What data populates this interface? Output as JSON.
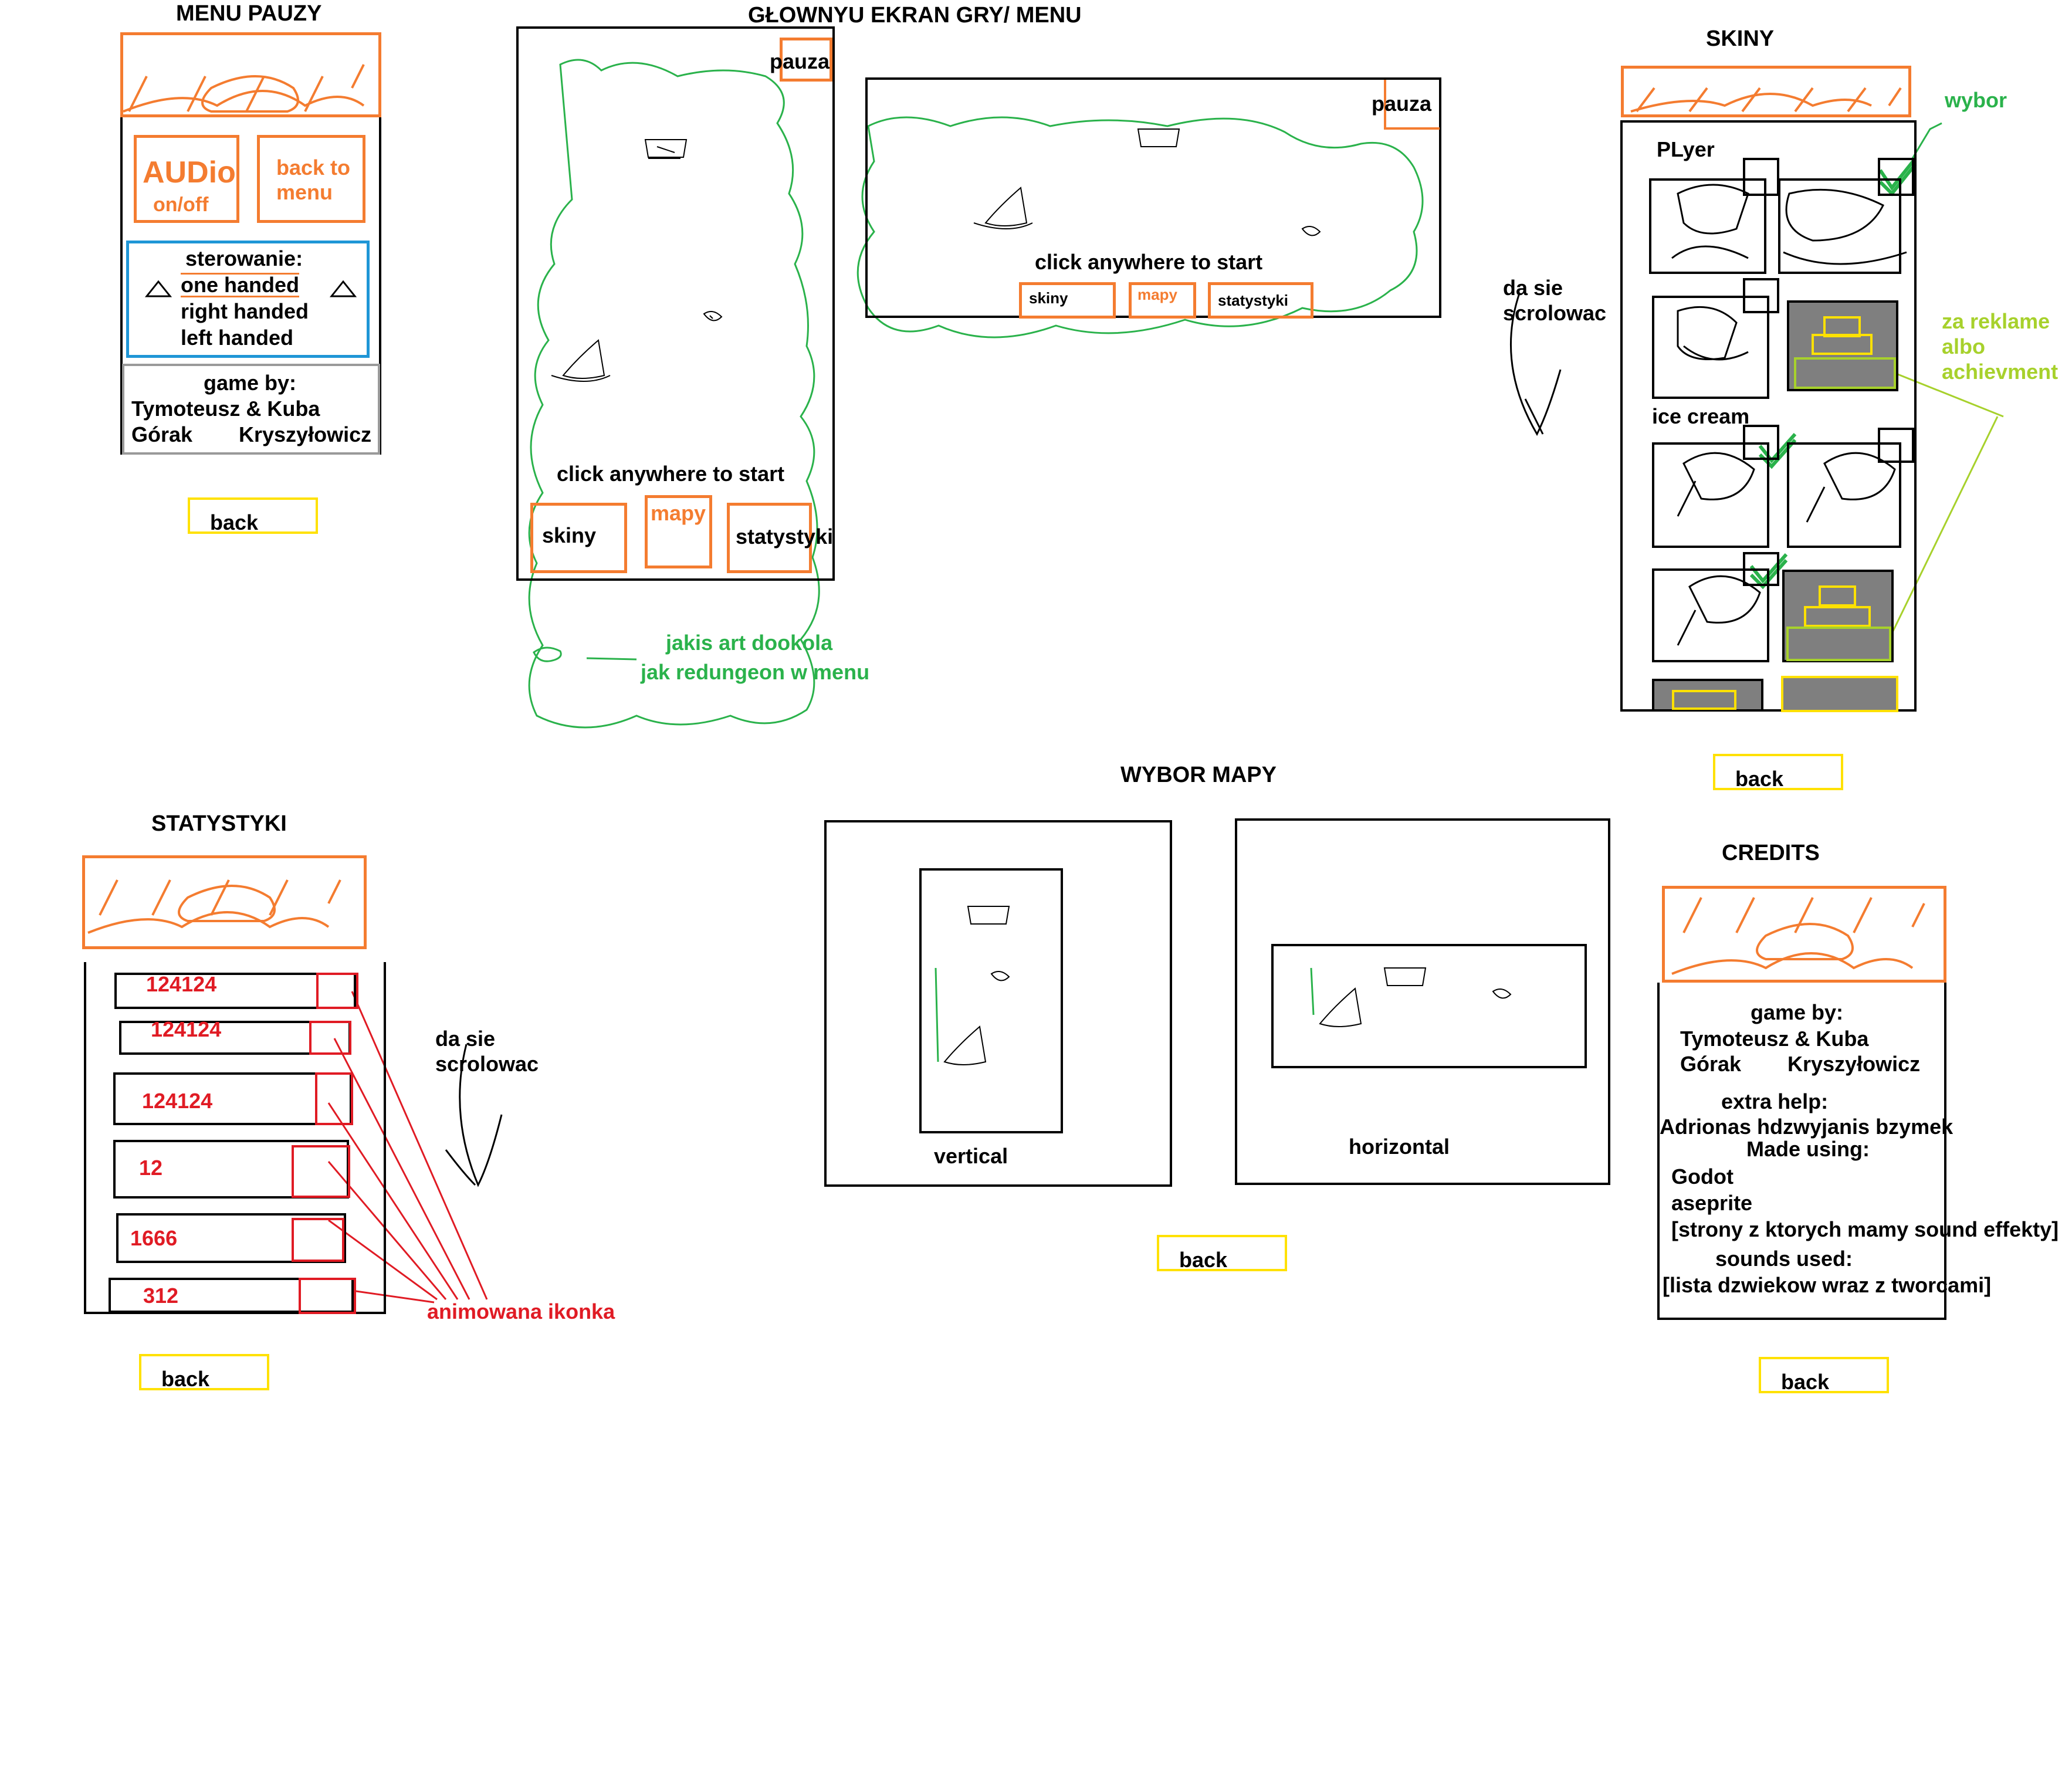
{
  "pause_menu": {
    "title": "MENU PAUZY",
    "audio_label": "AUDio",
    "audio_state": "on/off",
    "back_to_menu_line1": "back to",
    "back_to_menu_line2": "menu",
    "controls_title": "sterowanie:",
    "controls_options": [
      "one handed",
      "right handed",
      "left handed"
    ],
    "credits_line1": "game by:",
    "credits_line2": "Tymoteusz  & Kuba",
    "credits_line3_left": "Górak",
    "credits_line3_right": "Kryszyłowicz",
    "back": "back"
  },
  "main_screen": {
    "title": "GŁOWNYU EKRAN GRY/ MENU",
    "pause": "pauza",
    "start_hint": "click anywhere to start",
    "buttons": [
      "skiny",
      "mapy",
      "statystyki"
    ],
    "note_line1": "jakis art dookola",
    "note_line2": "jak redungeon w menu"
  },
  "skins": {
    "title": "SKINY",
    "player_label": "PLyer",
    "ice_cream_label": "ice cream",
    "choice_note": "wybor",
    "locked_note_line1": "za reklame",
    "locked_note_line2": "albo",
    "locked_note_line3": "achievment",
    "scroll_note_line1": "da sie",
    "scroll_note_line2": "scrolowac",
    "back": "back"
  },
  "stats": {
    "title": "STATYSTYKI",
    "values": [
      "124124",
      "124124",
      "124124",
      "12",
      "1666",
      "312"
    ],
    "icon_note": "animowana ikonka",
    "scroll_note_line1": "da sie",
    "scroll_note_line2": "scrolowac",
    "back": "back"
  },
  "map_select": {
    "title": "WYBOR MAPY",
    "vertical": "vertical",
    "horizontal": "horizontal",
    "back": "back"
  },
  "credits": {
    "title": "CREDITS",
    "game_by": "game by:",
    "authors_line1": "Tymoteusz  & Kuba",
    "authors_line2_left": "Górak",
    "authors_line2_right": "Kryszyłowicz",
    "extra_help": "extra help:",
    "extra_help_names": "Adrionas hdzwyjanis bzymek",
    "made_using": "Made using:",
    "tools": [
      "Godot",
      "aseprite",
      "[strony z ktorych mamy sound effekty]"
    ],
    "sounds_used": "sounds used:",
    "sounds_list": "[lista dzwiekow wraz z tworcami]",
    "back": "back"
  },
  "colors": {
    "orange": "#f47c30",
    "green": "#2ab24b",
    "light_green": "#a7d12c",
    "red": "#e01b24",
    "yellow": "#ffe100",
    "blue": "#1f96d6",
    "gray": "#7f7f7f"
  }
}
